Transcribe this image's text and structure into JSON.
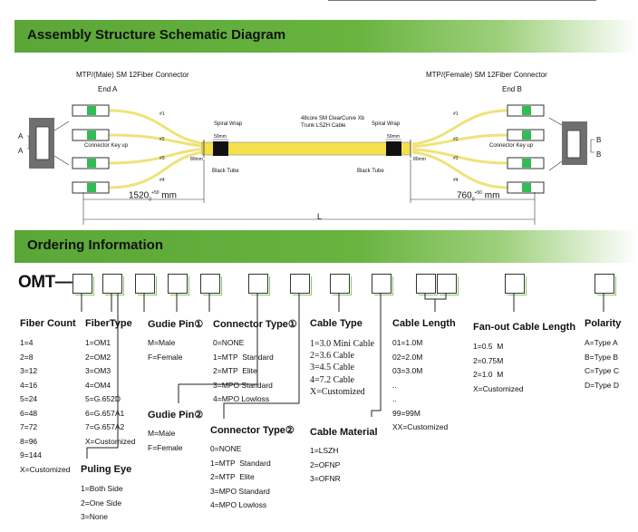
{
  "sections": {
    "assembly_title": "Assembly Structure Schematic Diagram",
    "ordering_title": "Ordering Information"
  },
  "diagram": {
    "left_connector": "MTP/(Male) SM 12Fiber Connector",
    "left_end": "End A",
    "right_connector": "MTP/(Female) SM 12Fiber Connector",
    "right_end": "End B",
    "cable_desc": [
      "48core  SM  ClearCurve Xb",
      "Trunk LSZH Cable"
    ],
    "spiral_wrap": "Spiral Wrap",
    "black_tube": "Black Tube",
    "key_up": "Connector Key up",
    "dim_50": "50mm",
    "dim_80": "80mm",
    "left_length": "1520",
    "right_length": "760",
    "tolerance_top": "+50",
    "tolerance_bottom": "0",
    "mm": "mm",
    "total_length": "L",
    "letter_a": "A",
    "letter_b": "B",
    "fiber_labels": [
      "#1",
      "#2",
      "#3",
      "#4"
    ]
  },
  "ordering": {
    "prefix": "OMT—",
    "fields": [
      {
        "heading": "Fiber Count",
        "options": [
          "1=4",
          "2=8",
          "3=12",
          "4=16",
          "5=24",
          "6=48",
          "7=72",
          "8=96",
          "9=144",
          "X=Customized"
        ]
      },
      {
        "heading": "FiberType",
        "options": [
          "1=OM1",
          "2=OM2",
          "3=OM3",
          "4=OM4",
          "5=G.652D",
          "6=G.657A1",
          "7=G.657A2",
          "X=Customized"
        ]
      },
      {
        "heading": "Gudie Pin①",
        "options": [
          "M=Male",
          "F=Female"
        ]
      },
      {
        "heading": "Connector Type①",
        "options": [
          "0=NONE",
          "1=MTP  Standard",
          "2=MTP  Elite",
          "3=MPO Standard",
          "4=MPO Lowloss"
        ]
      },
      {
        "heading": "Cable Type",
        "options": [
          "1=3.0 Mini Cable",
          "2=3.6 Cable",
          "3=4.5 Cable",
          "4=7.2 Cable",
          "X=Customized"
        ]
      },
      {
        "heading": "Cable Length",
        "options": [
          "01=1.0M",
          "02=2.0M",
          "03=3.0M",
          "..",
          "..",
          "99=99M",
          "XX=Customized"
        ]
      },
      {
        "heading": "Fan-out Cable  Length",
        "options": [
          "1=0.5  M",
          "2=0.75M",
          "2=1.0  M",
          "X=Customized"
        ]
      },
      {
        "heading": "Polarity",
        "options": [
          "A=Type A",
          "B=Type B",
          "C=Type C",
          "D=Type D"
        ]
      },
      {
        "heading": "Gudie Pin②",
        "options": [
          "M=Male",
          "F=Female"
        ]
      },
      {
        "heading": "Connector Type②",
        "options": [
          "0=NONE",
          "1=MTP  Standard",
          "2=MTP  Elite",
          "3=MPO Standard",
          "4=MPO Lowloss"
        ]
      },
      {
        "heading": "Cable Material",
        "options": [
          "1=LSZH",
          "2=OFNP",
          "3=OFNR"
        ]
      },
      {
        "heading": "Puling Eye",
        "options": [
          "1=Both Side",
          "2=One Side",
          "3=None"
        ]
      }
    ]
  }
}
